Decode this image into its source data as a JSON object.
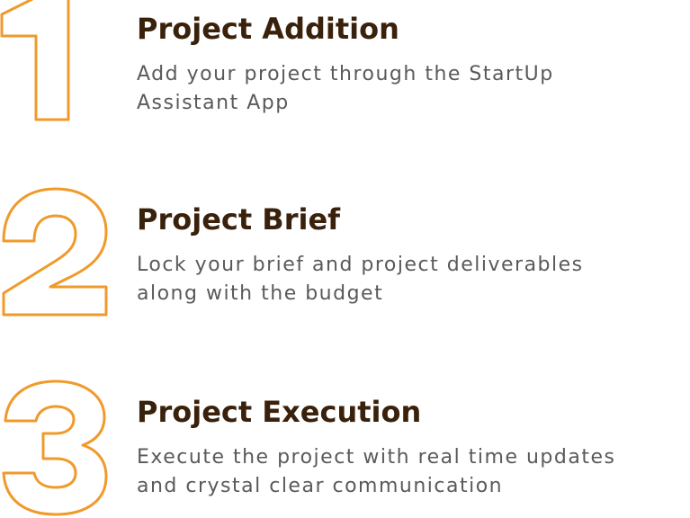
{
  "accent_color": "#f09a2b",
  "title_color": "#3a210b",
  "text_color": "#5a5a5a",
  "steps": [
    {
      "number": "1",
      "number_icon": "outlined-number-one-icon",
      "title": "Project Addition",
      "description_lines": [
        "Add your project through the StartUp",
        "Assistant App"
      ]
    },
    {
      "number": "2",
      "number_icon": "outlined-number-two-icon",
      "title": "Project Brief",
      "description_lines": [
        "Lock your brief and project deliverables",
        "along with the budget"
      ]
    },
    {
      "number": "3",
      "number_icon": "outlined-number-three-icon",
      "title": "Project Execution",
      "description_lines": [
        "Execute the project with real time updates",
        "and crystal clear communication"
      ]
    }
  ]
}
